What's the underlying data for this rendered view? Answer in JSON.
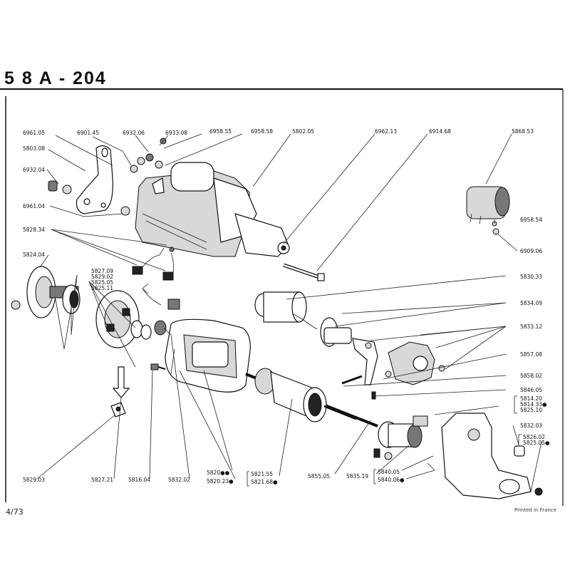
{
  "title": "5 8 A - 204",
  "page_number": "4/73",
  "printed_note": "Printed in France",
  "part_labels": [
    {
      "id": "p6961-05",
      "text": "6961.05"
    },
    {
      "id": "p6901-45",
      "text": "6901.45"
    },
    {
      "id": "p6932-06",
      "text": "6932.06"
    },
    {
      "id": "p6933-08",
      "text": "6933.08"
    },
    {
      "id": "p6958-55",
      "text": "6958.55"
    },
    {
      "id": "p6958-58",
      "text": "6958.58"
    },
    {
      "id": "p5802-05",
      "text": "5802.05"
    },
    {
      "id": "p6962-13",
      "text": "6962.13"
    },
    {
      "id": "p6914-68",
      "text": "6914.68"
    },
    {
      "id": "p5868-53",
      "text": "5868.53"
    },
    {
      "id": "p5803-08",
      "text": "5803.08"
    },
    {
      "id": "p6932-04",
      "text": "6932.04"
    },
    {
      "id": "p6961-04",
      "text": "6961.04"
    },
    {
      "id": "p6958-54",
      "text": "6958.54"
    },
    {
      "id": "p6909-06",
      "text": "6909.06"
    },
    {
      "id": "p5828-34",
      "text": "5828.34"
    },
    {
      "id": "p5824-04",
      "text": "5824.04"
    },
    {
      "id": "p5827-09",
      "text": "5827.09"
    },
    {
      "id": "p5829-02",
      "text": "5829.02"
    },
    {
      "id": "p5825-05a",
      "text": "5825.05"
    },
    {
      "id": "p5825-11",
      "text": "5825.11"
    },
    {
      "id": "p5830-33",
      "text": "5830.33"
    },
    {
      "id": "p5834-09",
      "text": "5834.09"
    },
    {
      "id": "p5833-12",
      "text": "5833.12"
    },
    {
      "id": "p5857-08",
      "text": "5857.08"
    },
    {
      "id": "p5858-02",
      "text": "5858.02"
    },
    {
      "id": "p5846-05",
      "text": "5846.05"
    },
    {
      "id": "p5814-20",
      "text": "5814.20"
    },
    {
      "id": "p5814-33",
      "text": "5814.33●"
    },
    {
      "id": "p5825-10",
      "text": "5825.10"
    },
    {
      "id": "p5832-03",
      "text": "5832.03"
    },
    {
      "id": "p5826-02",
      "text": "5826.02"
    },
    {
      "id": "p5825-05b",
      "text": "5825.05●"
    },
    {
      "id": "p5829-03",
      "text": "5829.03"
    },
    {
      "id": "p5827-21",
      "text": "5827.21"
    },
    {
      "id": "p5816-04",
      "text": "5816.04"
    },
    {
      "id": "p5832-02",
      "text": "5832.02"
    },
    {
      "id": "p5820",
      "text": "5820●●"
    },
    {
      "id": "p5820-23",
      "text": "5820.23●"
    },
    {
      "id": "p5821-55",
      "text": "5821.55"
    },
    {
      "id": "p5821-68",
      "text": "5821.68●"
    },
    {
      "id": "p5855-05",
      "text": "5855.05"
    },
    {
      "id": "p5835-19",
      "text": "5835.19"
    },
    {
      "id": "p5840-05",
      "text": "5840.05"
    },
    {
      "id": "p5840-06",
      "text": "5840.06●"
    }
  ]
}
